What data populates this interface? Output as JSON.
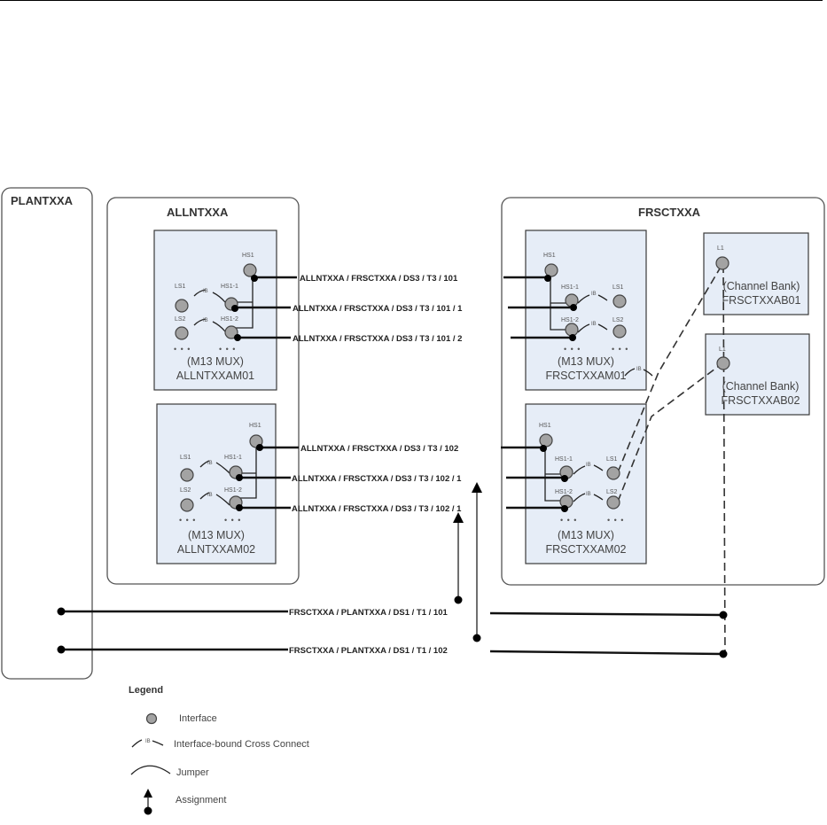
{
  "sites": {
    "plant": "PLANTXXA",
    "allntxxa": "ALLNTXXA",
    "frsctxxa": "FRSCTXXA"
  },
  "devices": [
    {
      "id": "am01",
      "type": "(M13 MUX)",
      "name": "ALLNTXXAM01",
      "ports": {
        "hs1": "HS1",
        "hs1_1": "HS1-1",
        "hs1_2": "HS1-2",
        "ls1": "LS1",
        "ls2": "LS2"
      }
    },
    {
      "id": "am02",
      "type": "(M13 MUX)",
      "name": "ALLNTXXAM02",
      "ports": {
        "hs1": "HS1",
        "hs1_1": "HS1-1",
        "hs1_2": "HS1-2",
        "ls1": "LS1",
        "ls2": "LS2"
      }
    },
    {
      "id": "fm01",
      "type": "(M13 MUX)",
      "name": "FRSCTXXAM01",
      "ports": {
        "hs1": "HS1",
        "hs1_1": "HS1-1",
        "hs1_2": "HS1-2",
        "ls1": "LS1",
        "ls2": "LS2"
      }
    },
    {
      "id": "fm02",
      "type": "(M13 MUX)",
      "name": "FRSCTXXAM02",
      "ports": {
        "hs1": "HS1",
        "hs1_1": "HS1-1",
        "hs1_2": "HS1-2",
        "ls1": "LS1",
        "ls2": "LS2"
      }
    },
    {
      "id": "fb01",
      "type": "(Channel Bank)",
      "name": "FRSCTXXAB01",
      "ports": {
        "l1": "L1"
      }
    },
    {
      "id": "fb02",
      "type": "(Channel Bank)",
      "name": "FRSCTXXAB02",
      "ports": {
        "l1": "L1"
      }
    }
  ],
  "ib_label": "IB",
  "ellipsis": "• • •",
  "circuits": {
    "ds3_101": "ALLNTXXA / FRSCTXXA / DS3 / T3 / 101",
    "ds3_101_1": "ALLNTXXA / FRSCTXXA / DS3 / T3 / 101 / 1",
    "ds3_101_2": "ALLNTXXA / FRSCTXXA / DS3 / T3 / 101 / 2",
    "ds3_102": "ALLNTXXA / FRSCTXXA / DS3 / T3 / 102",
    "ds3_102_1a": "ALLNTXXA / FRSCTXXA / DS3 / T3 / 102 / 1",
    "ds3_102_1b": "ALLNTXXA / FRSCTXXA / DS3 / T3 / 102 / 1",
    "ds1_101": "FRSCTXXA / PLANTXXA / DS1 / T1 / 101",
    "ds1_102": "FRSCTXXA / PLANTXXA / DS1 / T1 / 102"
  },
  "legend": {
    "title": "Legend",
    "items": [
      {
        "icon": "interface-icon",
        "label": "Interface"
      },
      {
        "icon": "ib-cross-connect-icon",
        "label": "Interface-bound Cross Connect"
      },
      {
        "icon": "jumper-icon",
        "label": "Jumper"
      },
      {
        "icon": "assignment-icon",
        "label": "Assignment"
      }
    ]
  }
}
